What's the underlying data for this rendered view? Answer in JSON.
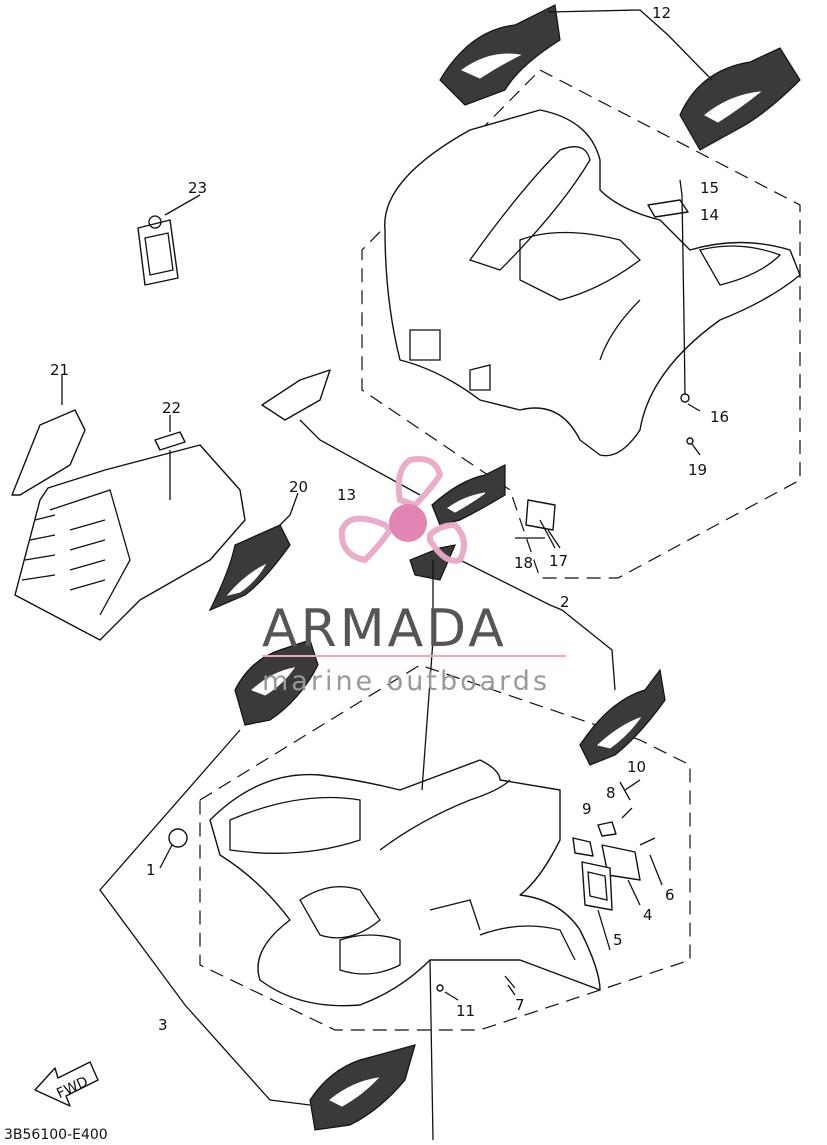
{
  "diagram": {
    "code": "3B56100-E400",
    "fwd_label": "FWD",
    "callouts": [
      "1",
      "2",
      "3",
      "4",
      "5",
      "6",
      "7",
      "8",
      "9",
      "10",
      "11",
      "12",
      "13",
      "14",
      "15",
      "16",
      "17",
      "18",
      "19",
      "20",
      "21",
      "22",
      "23"
    ]
  },
  "watermark": {
    "title": "ARMADA",
    "subtitle": "marine outboards",
    "colors": {
      "logo": "#e8a9c8",
      "logo_center": "#e07fb0",
      "title": "#555555",
      "subtitle": "#999999"
    }
  }
}
